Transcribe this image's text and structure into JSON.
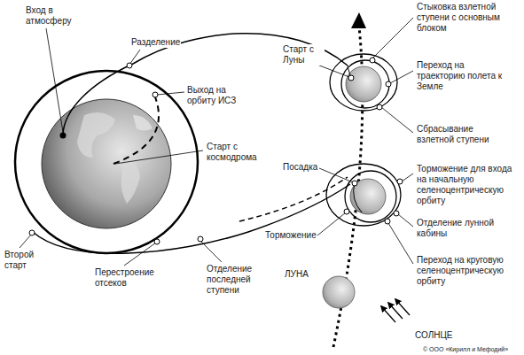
{
  "diagram": {
    "labels": [
      "Вход в атмосферу",
      "Разделение",
      "Выход на орбиту ИСЗ",
      "Старт с космодрома",
      "Второй старт",
      "Перестроение отсеков",
      "Отделение последней ступени",
      "Старт с Луны",
      "Стыковка взлетной ступени с основным блоком",
      "Переход на траекторию полета к Земле",
      "Сбрасывание взлетной ступени",
      "Посадка",
      "Торможение для входа на начальную селеноцентрическую орбиту",
      "Торможение",
      "Отделение лунной кабины",
      "ЛУНА",
      "Переход на круговую селеноцентрическую орбиту",
      "СОЛНЦЕ",
      "© ООО «Кирилл и Мефодий»"
    ]
  }
}
